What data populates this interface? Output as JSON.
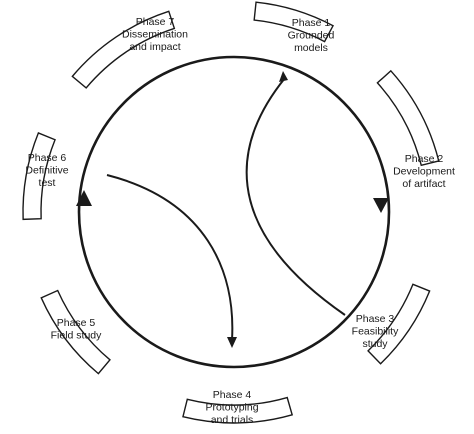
{
  "phases": [
    {
      "id": "phase-1",
      "lines": [
        "Phase 1",
        "Grounded",
        "models"
      ]
    },
    {
      "id": "phase-2",
      "lines": [
        "Phase 2",
        "Development",
        "of artifact"
      ]
    },
    {
      "id": "phase-3",
      "lines": [
        "Phase 3",
        "Feasibility",
        "study"
      ]
    },
    {
      "id": "phase-4",
      "lines": [
        "Phase 4",
        "Prototyping",
        "and trials"
      ]
    },
    {
      "id": "phase-5",
      "lines": [
        "Phase 5",
        "Field study"
      ]
    },
    {
      "id": "phase-6",
      "lines": [
        "Phase 6",
        "Definitive",
        "test"
      ]
    },
    {
      "id": "phase-7",
      "lines": [
        "Phase 7",
        "Dissemination",
        "and impact"
      ]
    }
  ],
  "colors": {
    "line": "#1a1a1a",
    "box_fill": "#ffffff"
  }
}
